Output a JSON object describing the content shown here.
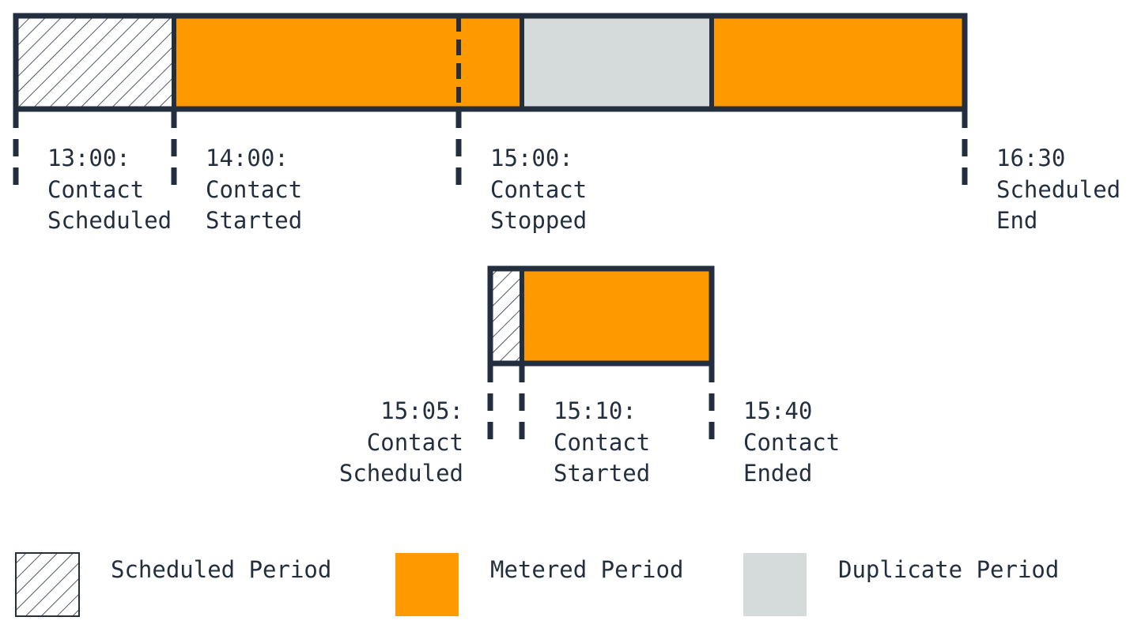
{
  "colors": {
    "ink": "#232f3e",
    "metered": "#ff9900",
    "duplicate": "#d5dbdb",
    "background": "#ffffff"
  },
  "timeline_1": {
    "segments": [
      {
        "kind": "scheduled",
        "start": "13:00",
        "end": "14:00"
      },
      {
        "kind": "metered",
        "start": "14:00",
        "end": "15:00"
      },
      {
        "kind": "metered",
        "start": "15:00",
        "end": "15:10"
      },
      {
        "kind": "duplicate",
        "start": "15:10",
        "end": "15:40"
      },
      {
        "kind": "metered",
        "start": "15:40",
        "end": "16:30"
      }
    ],
    "markers": [
      {
        "time": "13:00:",
        "line1": "Contact",
        "line2": "Scheduled"
      },
      {
        "time": "14:00:",
        "line1": "Contact",
        "line2": "Started"
      },
      {
        "time": "15:00:",
        "line1": "Contact",
        "line2": "Stopped"
      },
      {
        "time": "16:30",
        "line1": "Scheduled",
        "line2": "End"
      }
    ]
  },
  "timeline_2": {
    "segments": [
      {
        "kind": "scheduled",
        "start": "15:05",
        "end": "15:10"
      },
      {
        "kind": "metered",
        "start": "15:10",
        "end": "15:40"
      }
    ],
    "markers": [
      {
        "time": "15:05:",
        "line1": "Contact",
        "line2": "Scheduled"
      },
      {
        "time": "15:10:",
        "line1": "Contact",
        "line2": "Started"
      },
      {
        "time": "15:40",
        "line1": "Contact",
        "line2": "Ended"
      }
    ]
  },
  "legend": {
    "scheduled": "Scheduled Period",
    "metered": "Metered Period",
    "duplicate": "Duplicate Period"
  }
}
